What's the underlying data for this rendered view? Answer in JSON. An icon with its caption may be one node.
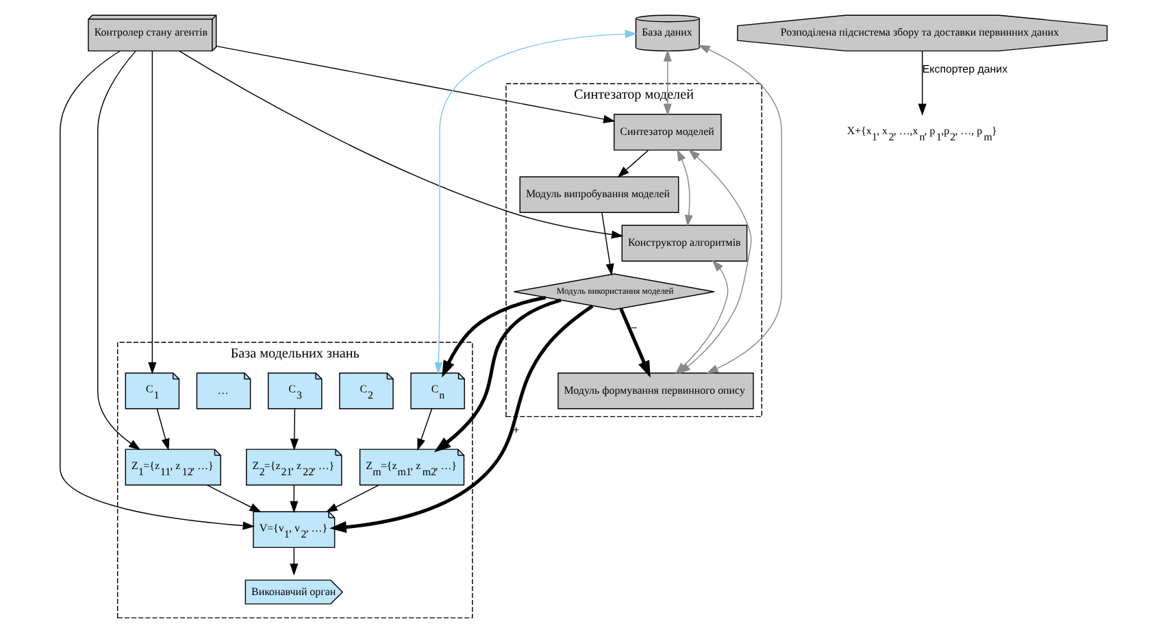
{
  "diagram": {
    "nodes": [
      {
        "text": [
          "База модельних знань"
        ]
      },
      {
        "text": [
          "Виконавчий орган"
        ],
        "in": 0
      },
      {
        "text": [
          "V={v$_{1}$, v$_{2}$, …}"
        ],
        "in": 0
      },
      {
        "text": [
          "Z$_{1}$={z$_{11}$, z$_{12}$, …}"
        ],
        "in": 0
      },
      {
        "text": [
          "Z$_{2}$={z$_{21}$, z$_{22}$, …}"
        ],
        "in": 0
      },
      {
        "text": [
          "Z$_{m}$={z$_{m1}$, z$_{m2}$, …}"
        ],
        "in": 0
      },
      {
        "text": [
          "C$_{1}$"
        ],
        "in": 0
      },
      {
        "text": [
          "C$_{2}$"
        ],
        "in": 0
      },
      {
        "text": [
          "C$_{3}$"
        ],
        "in": 0
      },
      {
        "text": [
          "…"
        ],
        "in": 0
      },
      {
        "text": [
          "C$_{n}$"
        ],
        "in": 0
      },
      {
        "text": [
          "Контролер стану агентів"
        ]
      },
      {
        "text": [
          "База даних"
        ]
      },
      {
        "text": [
          "Синтезатор моделей"
        ]
      },
      {
        "text": [
          "Модуль використання моделей"
        ],
        "in": 13
      },
      {
        "text": [
          "Модуль випробування моделей"
        ],
        "in": 13
      },
      {
        "text": [
          "Синтезатор моделей"
        ],
        "in": 13
      },
      {
        "text": [
          "Конструктор алгоритмів"
        ],
        "in": 13
      },
      {
        "text": [
          "Модуль формування первинного опису"
        ],
        "in": 13
      },
      {
        "text": [
          "X+{x$_{1}$, x$_{2}$, …,x$_{n}$, p$_{1}$,p$_{2}$, …, p$_{m}$}"
        ]
      },
      {
        "text": [
          "Розподілена підсистема збору та доставки первинних даних"
        ]
      }
    ],
    "edges": [
      {
        "from": 2,
        "to": 1,
        "arrow": "to"
      },
      {
        "from": 3,
        "to": 2,
        "arrow": "to"
      },
      {
        "from": 4,
        "to": 2,
        "arrow": "to"
      },
      {
        "from": 5,
        "to": 2,
        "arrow": "to"
      },
      {
        "from": 6,
        "to": 3,
        "arrow": "to"
      },
      {
        "from": 8,
        "to": 4,
        "arrow": "to"
      },
      {
        "from": 10,
        "to": 5,
        "arrow": "to"
      },
      {
        "from": 14,
        "to": 2,
        "arrow": "to",
        "label": "+",
        "style": "thick"
      },
      {
        "from": 14,
        "to": 5,
        "arrow": "to",
        "style": "thick"
      },
      {
        "from": 14,
        "to": 10,
        "arrow": "to",
        "style": "thick"
      },
      {
        "from": 14,
        "to": 18,
        "arrow": "to",
        "label": "−",
        "style": "thick"
      },
      {
        "from": 15,
        "to": 14,
        "arrow": "to"
      },
      {
        "from": 16,
        "to": 15,
        "arrow": "to"
      },
      {
        "from": 16,
        "to": 17,
        "arrow": "both",
        "color": "#888888"
      },
      {
        "from": 16,
        "to": 18,
        "arrow": "both",
        "color": "#888888"
      },
      {
        "from": 17,
        "to": 18,
        "arrow": "both",
        "color": "#888888"
      },
      {
        "from": 12,
        "to": 16,
        "arrow": "both",
        "color": "#888888"
      },
      {
        "from": 12,
        "to": 18,
        "arrow": "both",
        "color": "#888888"
      },
      {
        "from": 12,
        "to": 10,
        "arrow": "both",
        "color": "#7cc8ef"
      },
      {
        "from": 11,
        "to": 2,
        "arrow": "to"
      },
      {
        "from": 11,
        "to": 3,
        "arrow": "to"
      },
      {
        "from": 11,
        "to": 6,
        "arrow": "to"
      },
      {
        "from": 11,
        "to": 16,
        "arrow": "to"
      },
      {
        "from": 11,
        "to": 17,
        "arrow": "to"
      },
      {
        "from": 20,
        "to": 19,
        "arrow": "to",
        "label": "Експортер даних"
      }
    ]
  }
}
